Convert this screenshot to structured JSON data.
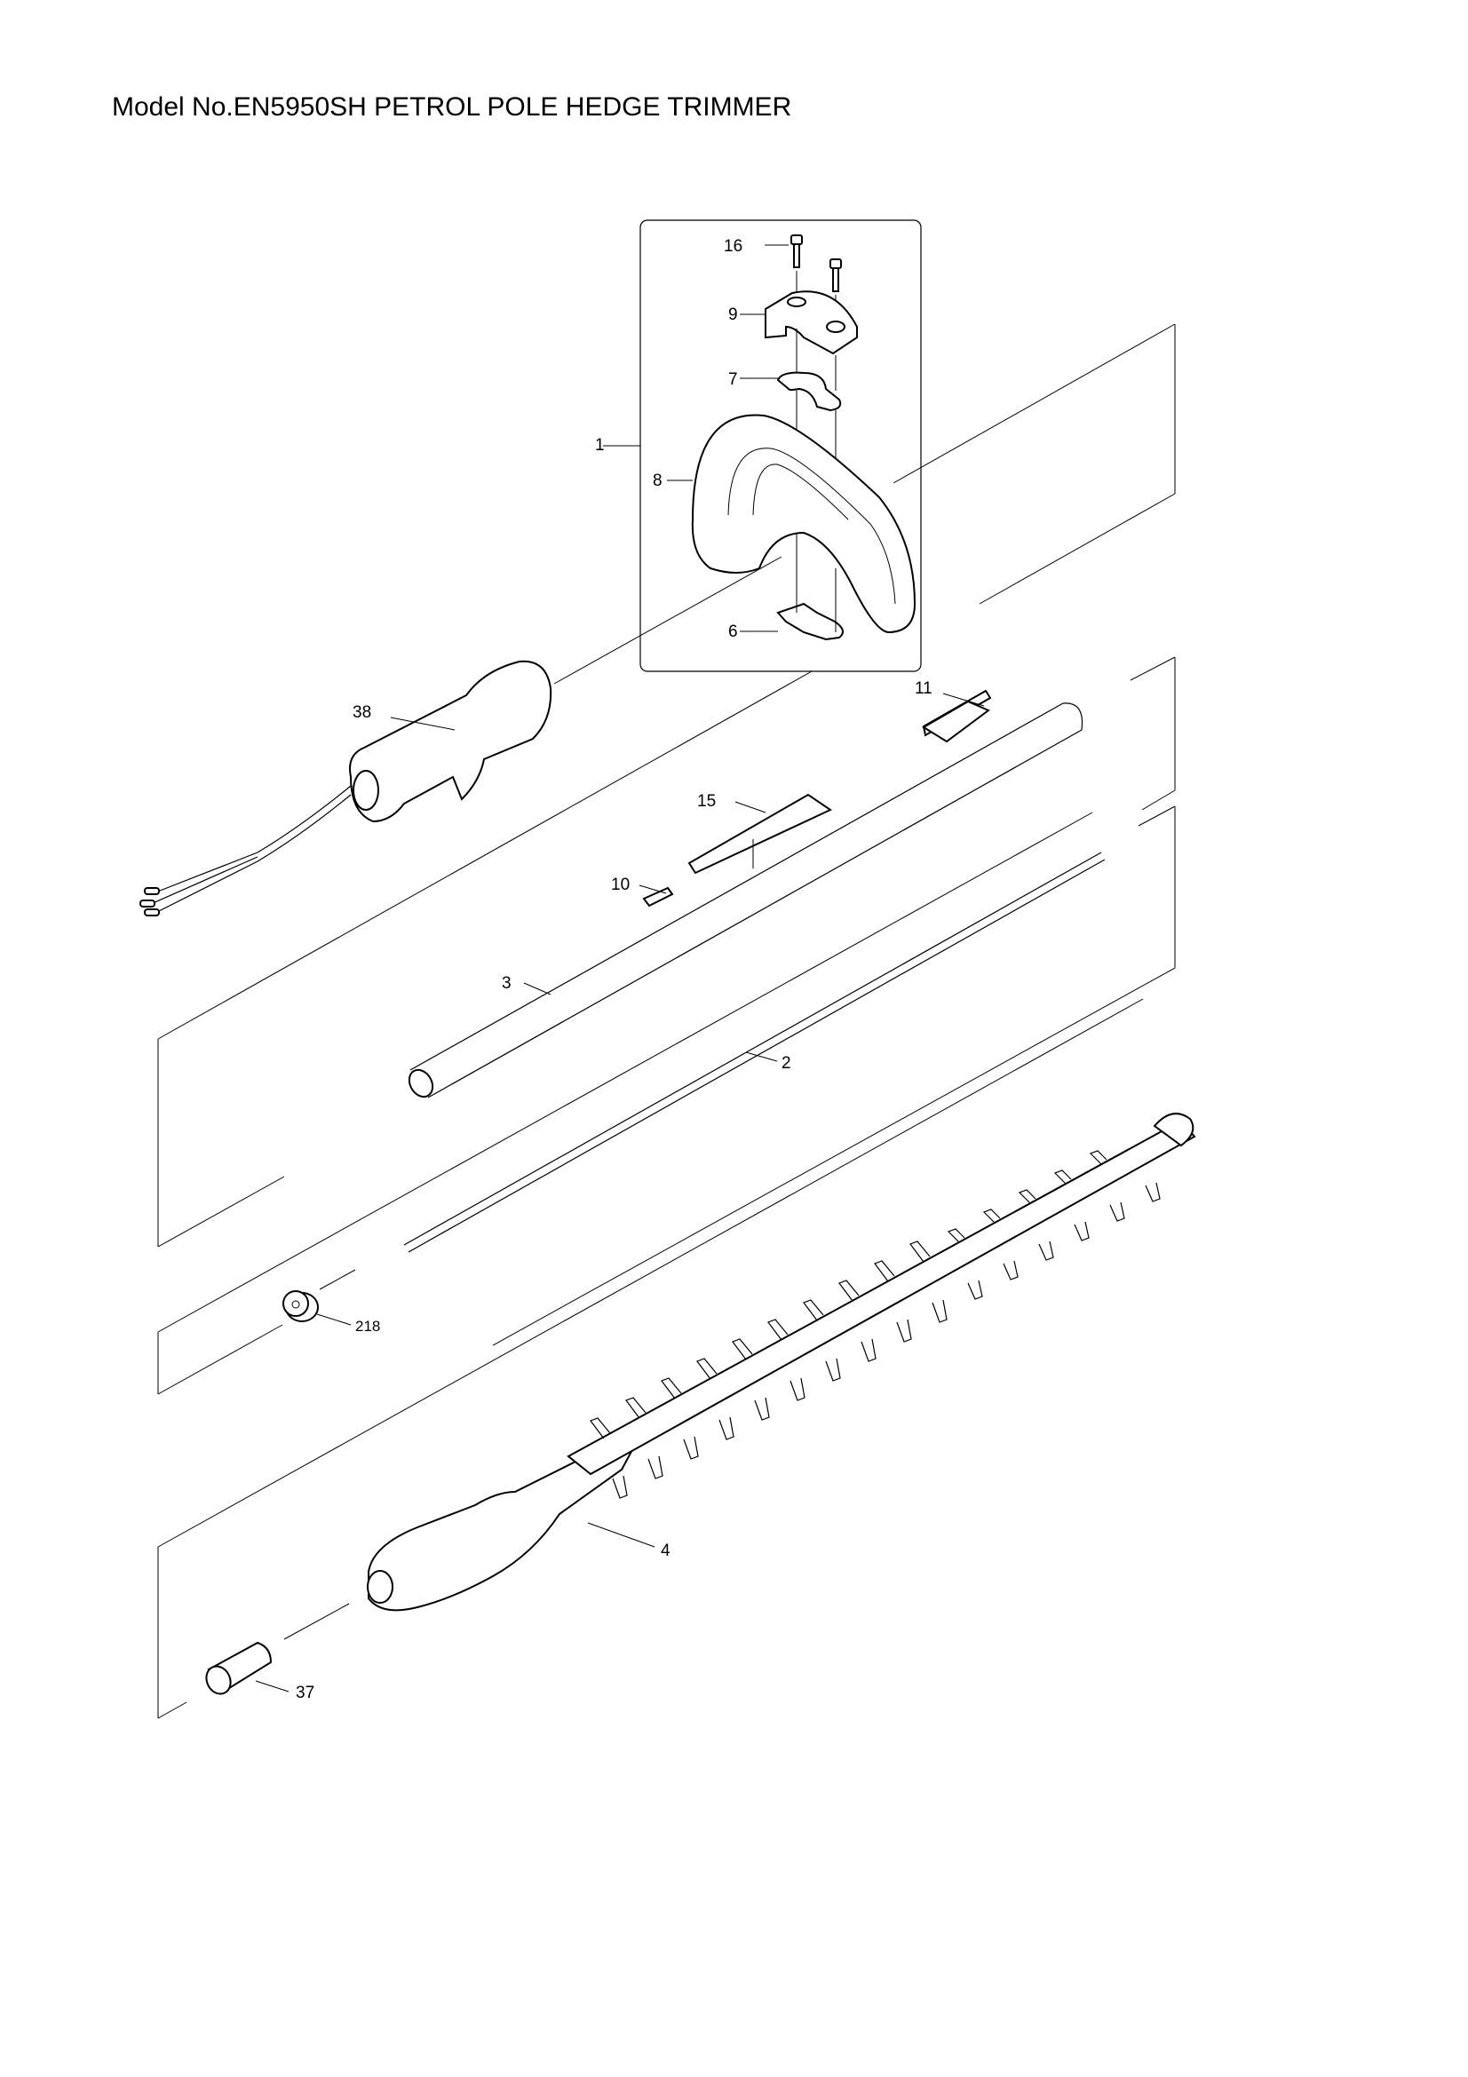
{
  "title": "Model No.EN5950SH PETROL POLE HEDGE TRIMMER",
  "callouts": {
    "c16": "16",
    "c9": "9",
    "c7": "7",
    "c1": "1",
    "c8": "8",
    "c6": "6",
    "c38": "38",
    "c11": "11",
    "c15": "15",
    "c10": "10",
    "c3": "3",
    "c2": "2",
    "c218": "218",
    "c4": "4",
    "c37": "37"
  },
  "parts": [
    {
      "ref": "1",
      "name": "handle-assembly"
    },
    {
      "ref": "2",
      "name": "drive-shaft"
    },
    {
      "ref": "3",
      "name": "shaft-pipe"
    },
    {
      "ref": "4",
      "name": "hedge-trimmer-head"
    },
    {
      "ref": "6",
      "name": "handle-clamp-lower"
    },
    {
      "ref": "7",
      "name": "handle-clamp-upper"
    },
    {
      "ref": "8",
      "name": "loop-handle"
    },
    {
      "ref": "9",
      "name": "handle-cover"
    },
    {
      "ref": "10",
      "name": "label-small"
    },
    {
      "ref": "11",
      "name": "label"
    },
    {
      "ref": "15",
      "name": "label-long"
    },
    {
      "ref": "16",
      "name": "bolt"
    },
    {
      "ref": "37",
      "name": "sleeve"
    },
    {
      "ref": "38",
      "name": "throttle-grip"
    },
    {
      "ref": "218",
      "name": "bushing"
    }
  ]
}
